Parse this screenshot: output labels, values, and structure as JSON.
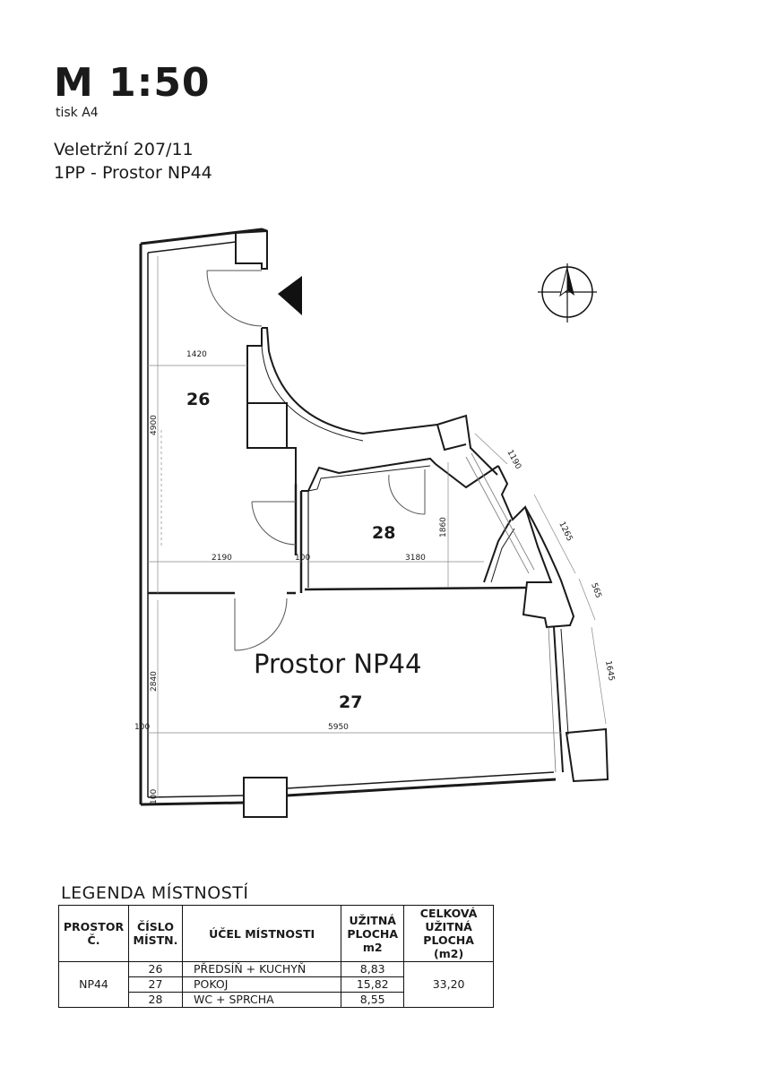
{
  "header": {
    "scale": "M 1:50",
    "print_format": "tisk A4",
    "address": "Veletržní 207/11",
    "floor_space": "1PP - Prostor NP44"
  },
  "plan": {
    "space_name": "Prostor NP44",
    "rooms": [
      {
        "number": "26"
      },
      {
        "number": "28"
      },
      {
        "number": "27"
      }
    ],
    "dimensions": [
      "1420",
      "4900",
      "2190",
      "100",
      "1860",
      "3180",
      "1190",
      "1265",
      "565",
      "1645",
      "2840",
      "5950",
      "100",
      "100"
    ],
    "icons": [
      "north-arrow-icon",
      "entrance-arrow-icon"
    ]
  },
  "legend": {
    "title": "LEGENDA MÍSTNOSTÍ",
    "headers": {
      "space_no": "PROSTOR Č.",
      "room_no": "ČÍSLO MÍSTN.",
      "purpose": "ÚČEL MÍSTNOSTI",
      "usable_area": "UŽITNÁ PLOCHA m2",
      "total_area": "CELKOVÁ UŽITNÁ PLOCHA (m2)"
    },
    "space": "NP44",
    "total": "33,20",
    "rows": [
      {
        "room": "26",
        "purpose": "PŘEDSÍŇ + KUCHYŇ",
        "area": "8,83"
      },
      {
        "room": "27",
        "purpose": "POKOJ",
        "area": "15,82"
      },
      {
        "room": "28",
        "purpose": "WC + SPRCHA",
        "area": "8,55"
      }
    ]
  }
}
